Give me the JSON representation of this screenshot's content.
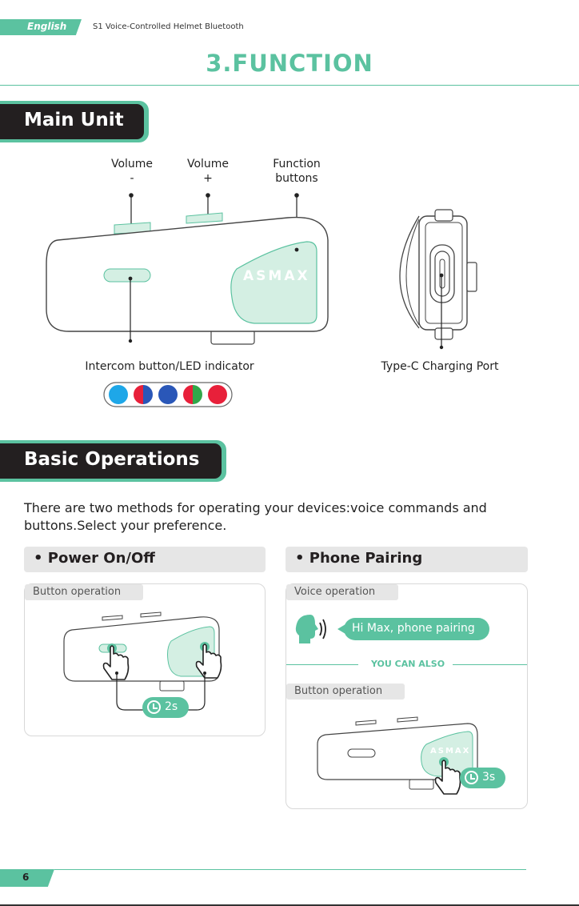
{
  "header": {
    "language": "English",
    "doc_title": "S1 Voice-Controlled Helmet Bluetooth",
    "section_title": "3.FUNCTION"
  },
  "main_unit": {
    "heading": "Main Unit",
    "volume_minus": [
      "Volume",
      "-"
    ],
    "volume_plus": [
      "Volume",
      "+"
    ],
    "function_buttons": [
      "Function",
      "buttons"
    ],
    "brand_logo": "ASMAX",
    "intercom_label": "Intercom button/LED indicator",
    "charging_port_label": "Type-C Charging Port",
    "led_colors": [
      [
        "#1ea7e8",
        "#1ea7e8"
      ],
      [
        "#e8203a",
        "#2a57b8"
      ],
      [
        "#2a57b8",
        "#2a57b8"
      ],
      [
        "#e8203a",
        "#31a84a"
      ],
      [
        "#e8203a",
        "#e8203a"
      ]
    ]
  },
  "basic_operations": {
    "heading": "Basic Operations",
    "intro": "There are two methods for operating your devices:voice commands and buttons.Select your preference.",
    "power": {
      "title": "• Power On/Off",
      "tag": "Button operation",
      "hold_time": "2s"
    },
    "pairing": {
      "title": "• Phone Pairing",
      "voice_tag": "Voice operation",
      "voice_command": "Hi Max, phone pairing",
      "also_text": "YOU CAN ALSO",
      "button_tag": "Button operation",
      "hold_time": "3s"
    }
  },
  "footer": {
    "page_number": "6"
  },
  "colors": {
    "accent": "#5bc2a0",
    "dark": "#231f20",
    "mint": "#d4efe3"
  }
}
